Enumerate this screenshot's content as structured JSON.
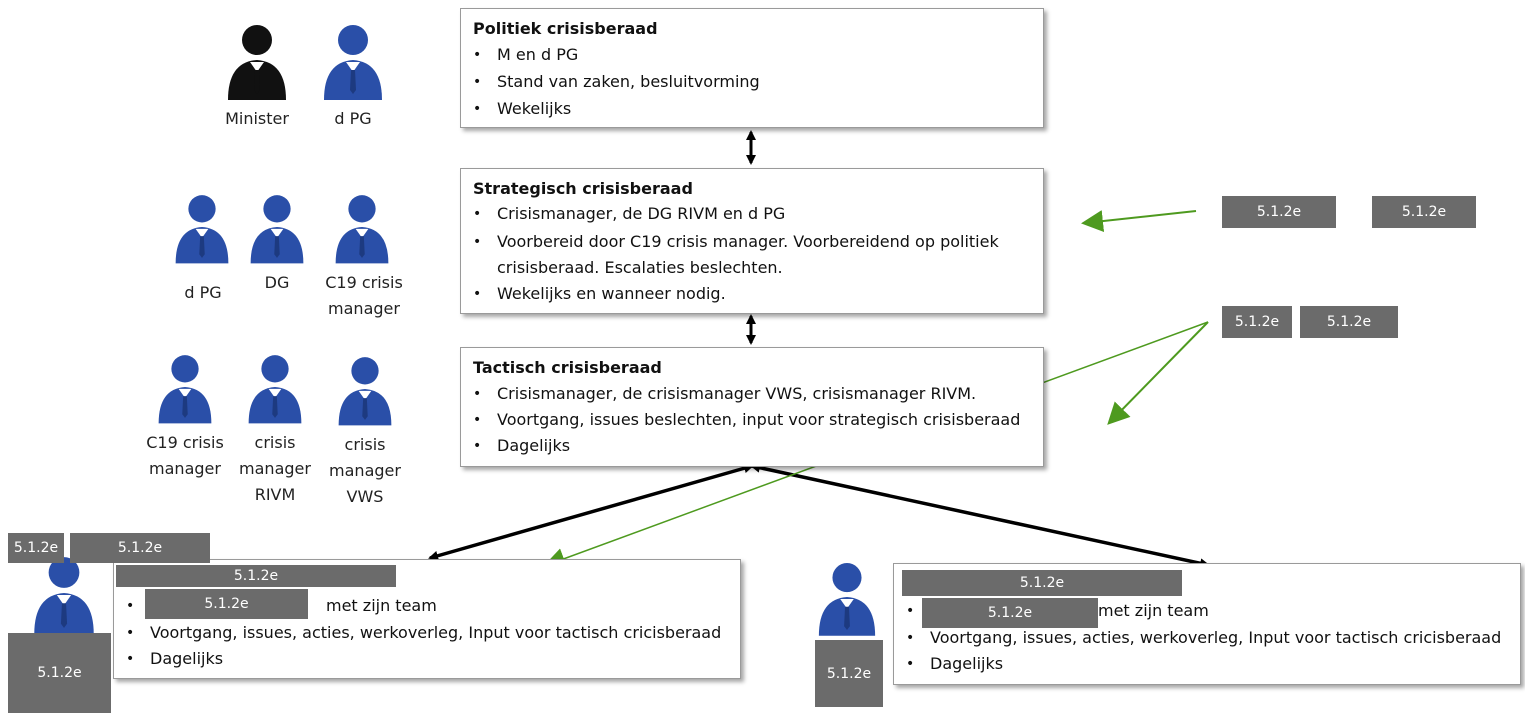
{
  "boxes": {
    "politiek": {
      "title": "Politiek crisisberaad",
      "b1": "M en d PG",
      "b2": "Stand van zaken, besluitvorming",
      "b3": "Wekelijks"
    },
    "strategisch": {
      "title": "Strategisch crisisberaad",
      "b1": "Crisismanager, de DG RIVM en d PG",
      "b2a": "Voorbereid door C19 crisis manager. Voorbereidend op politiek",
      "b2b": "crisisberaad. Escalaties beslechten.",
      "b3": "Wekelijks en wanneer nodig."
    },
    "tactisch": {
      "title": "Tactisch crisisberaad",
      "b1": "Crisismanager, de crisismanager VWS, crisismanager RIVM.",
      "b2": "Voortgang, issues beslechten, input voor strategisch crisisberaad",
      "b3": "Dagelijks"
    },
    "left_team": {
      "b1_suffix": "met zijn team",
      "b2": "Voortgang, issues, acties, werkoverleg, Input voor  tactisch cricisberaad",
      "b3": "Dagelijks"
    },
    "right_team": {
      "b1_suffix": "met zijn team",
      "b2": "Voortgang, issues, acties, werkoverleg, Input voor  tactisch cricisberaad",
      "b3": "Dagelijks"
    }
  },
  "people": {
    "minister": "Minister",
    "dpg_top": "d PG",
    "dpg_mid": "d PG",
    "dg": "DG",
    "c19_mid_1": "C19 crisis",
    "c19_mid_2": "manager",
    "c19_low_1": "C19 crisis",
    "c19_low_2": "manager",
    "rivm_1": "crisis",
    "rivm_2": "manager",
    "rivm_3": "RIVM",
    "vws_1": "crisis",
    "vws_2": "manager",
    "vws_3": "VWS"
  },
  "redaction_label": "5.1.2e",
  "colors": {
    "person_blue": "#2a4fa8",
    "person_black": "#111111",
    "green_arrow": "#4e9a1f",
    "redaction_gray": "#6b6b6b"
  }
}
